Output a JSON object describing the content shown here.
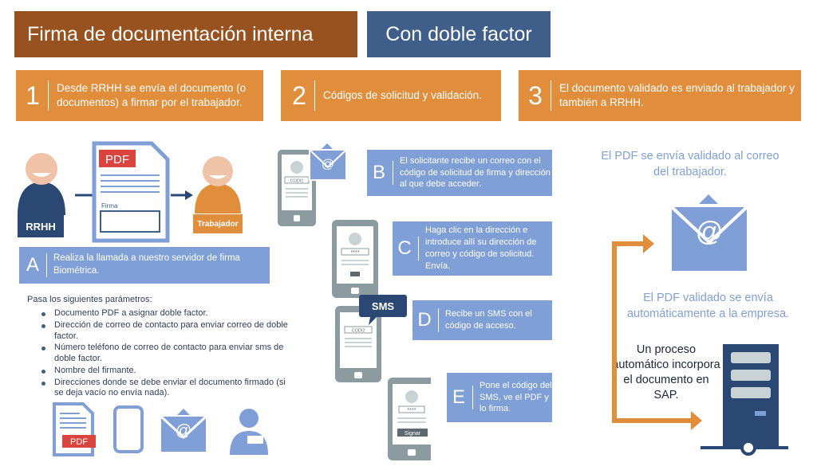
{
  "header": {
    "title": "Firma de documentación interna",
    "subtitle": "Con doble factor"
  },
  "steps": [
    {
      "num": "1",
      "text": "Desde RRHH se envía el documento (o documentos) a firmar por el trabajador."
    },
    {
      "num": "2",
      "text": "Códigos de solicitud y validación."
    },
    {
      "num": "3",
      "text": "El documento validado es enviado al trabajador y también a RRHH."
    }
  ],
  "left": {
    "rrhh_label": "RRHH",
    "worker_label": "Trabajador",
    "doc_badge": "PDF",
    "doc_field": "Firma",
    "boxA": {
      "letter": "A",
      "text": "Realiza la llamada a nuestro servidor de firma Biométrica."
    },
    "params_title": "Pasa los siguientes parámetros:",
    "params": [
      "Documento PDF a asignar doble factor.",
      "Dirección de correo de contacto para enviar correo de doble factor.",
      "Número teléfono de correo de contacto para enviar sms de doble factor.",
      "Nombre del firmante.",
      "Direcciones donde se debe enviar el documento firmado (si se deja vacío no envía nada)."
    ],
    "bottom_pdf_badge": "PDF"
  },
  "middle": {
    "boxB": {
      "letter": "B",
      "text": "El solicitante recibe un correo con el código de solicitud de firma y dirección al que debe acceder."
    },
    "boxC": {
      "letter": "C",
      "text": "Haga clic en la dirección e introduce allí su dirección de correo y código de solicitud. Envía."
    },
    "boxD": {
      "letter": "D",
      "text": "Recibe un SMS con el código de acceso."
    },
    "boxE": {
      "letter": "E",
      "text": "Pone el código del SMS, ve el PDF y lo firma."
    },
    "phone1_code": "CODI1",
    "phone2_code": "****",
    "phone3_code": "CODI2",
    "phone4_code": "****",
    "sms_bubble": "SMS",
    "sign_button": "Signar"
  },
  "right": {
    "pdf_sent": "El PDF se envía validado al correo del trabajador.",
    "pdf_auto": "El PDF validado se envía automáticamente a la empresa.",
    "sap_text": "Un proceso automático incorpora el documento en SAP."
  },
  "colors": {
    "brown": "#98521f",
    "navy": "#3f5f8a",
    "orange": "#e08d3c",
    "blue": "#7f9fd6",
    "grey": "#8c9ba0"
  }
}
